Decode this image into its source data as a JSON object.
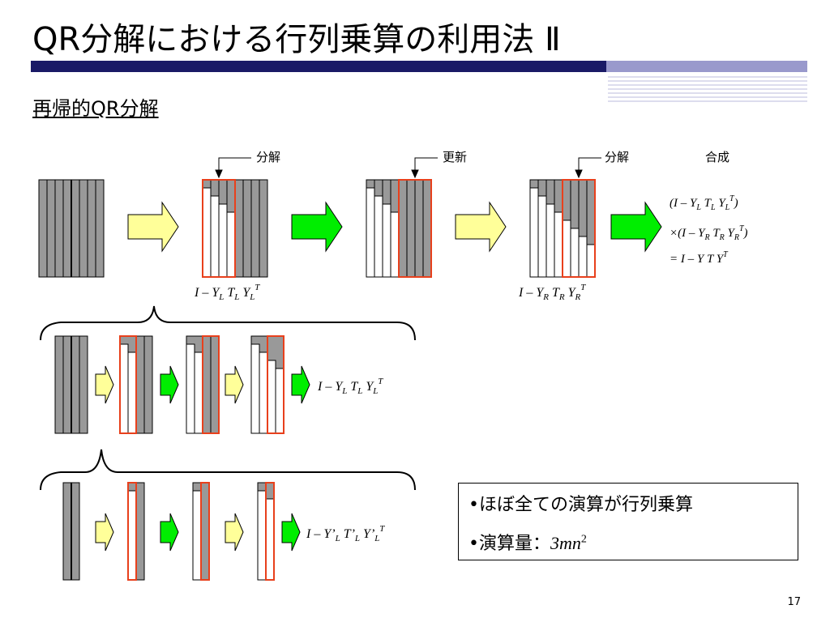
{
  "title": "QR分解における行列乗算の利用法 Ⅱ",
  "subtitle": "再帰的QR分解",
  "page_number": "17",
  "colors": {
    "header_bar": "#1a1a66",
    "gray_block": "#999999",
    "highlight": "#e8401c",
    "yellow_arrow": "#ffff99",
    "green_arrow": "#00ee00"
  },
  "top_labels": {
    "decompose1": "分解",
    "update": "更新",
    "decompose2": "分解",
    "compose": "合成"
  },
  "formulas": {
    "left_result": "I – Y_L T_L Y_L^T",
    "right_result": "I – Y_R T_R Y_R^T",
    "compose_line1": "(I – Y_L T_L Y_L^T)",
    "compose_line2": "×(I – Y_R T_R Y_R^T)",
    "compose_line3": "= I – Y T Y^T",
    "row2_result": "I – Y_L T_L Y_L^T",
    "row3_result": "I – Y'_L T'_L Y'_L^T"
  },
  "info": {
    "line1": "•ほぼ全ての演算が行列乗算",
    "line2_label": "•演算量：",
    "line2_value": "3mn²"
  }
}
